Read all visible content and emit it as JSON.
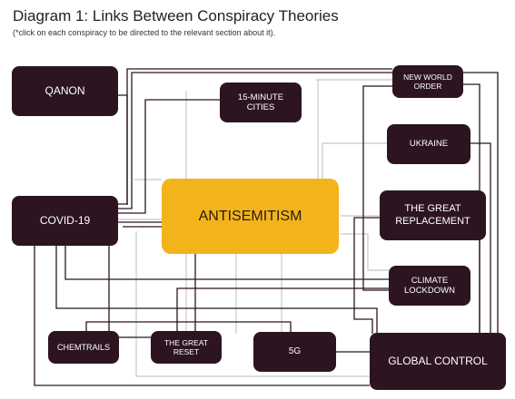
{
  "title": "Diagram 1: Links Between Conspiracy Theories",
  "subtitle": "(*click on each conspiracy to be directed to the relevant section about it).",
  "colors": {
    "node": "#2c1520",
    "center": "#f3b41b",
    "link_dark": "#2c1520",
    "link_light": "#c8c8c8"
  },
  "nodes": {
    "qanon": "QANON",
    "cities": "15-MINUTE CITIES",
    "nwo": "NEW WORLD ORDER",
    "ukraine": "UKRAINE",
    "covid": "COVID-19",
    "antisemitism": "ANTISEMITISM",
    "replacement": "THE GREAT REPLACEMENT",
    "climate": "CLIMATE LOCKDOWN",
    "chemtrails": "CHEMTRAILS",
    "reset": "THE GREAT RESET",
    "fiveg": "5G",
    "global": "GLOBAL CONTROL"
  }
}
